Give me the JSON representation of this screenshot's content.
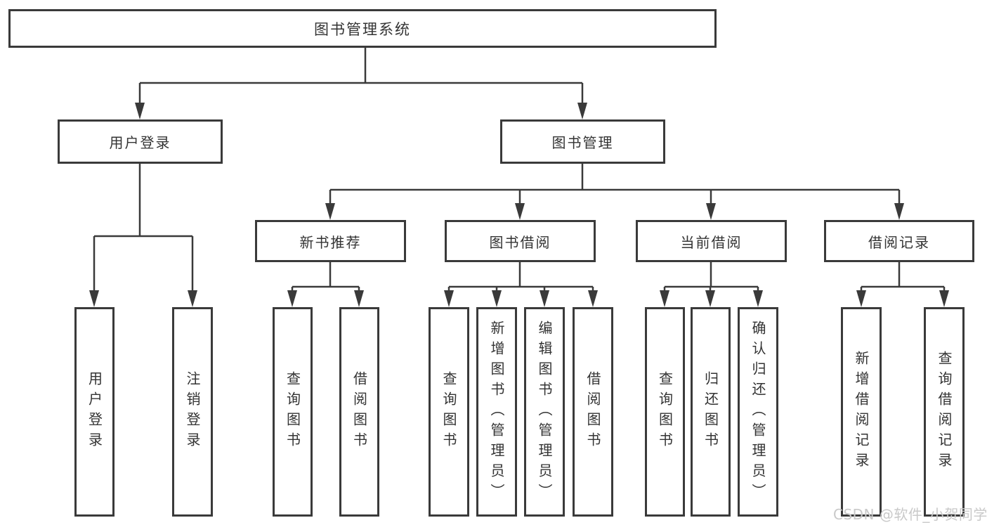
{
  "colors": {
    "line": "#3a3a3a",
    "text": "#333333",
    "watermark": "#c9c9c9",
    "canvas_bg": "#ffffff"
  },
  "watermark": {
    "text": "CSDN @软件_小贺同学"
  },
  "diagram": {
    "root": {
      "label": "图书管理系统"
    },
    "branches": {
      "user_login": {
        "label": "用户登录",
        "children": {
          "login": {
            "label": "用户登录"
          },
          "logout": {
            "label": "注销登录"
          }
        }
      },
      "book_management": {
        "label": "图书管理",
        "children": {
          "new_book_recommend": {
            "label": "新书推荐",
            "children": {
              "query_books": {
                "label": "查询图书"
              },
              "borrow_books": {
                "label": "借阅图书"
              }
            }
          },
          "book_borrowing": {
            "label": "图书借阅",
            "children": {
              "query_books": {
                "label": "查询图书"
              },
              "add_books": {
                "label": "新增图书（管理员）"
              },
              "edit_books": {
                "label": "编辑图书（管理员）"
              },
              "borrow_books": {
                "label": "借阅图书"
              }
            }
          },
          "current_borrowing": {
            "label": "当前借阅",
            "children": {
              "query_books": {
                "label": "查询图书"
              },
              "return_books": {
                "label": "归还图书"
              },
              "confirm_return": {
                "label": "确认归还（管理员）"
              }
            }
          },
          "borrowing_records": {
            "label": "借阅记录",
            "children": {
              "add_record": {
                "label": "新增借阅记录"
              },
              "query_record": {
                "label": "查询借阅记录"
              }
            }
          }
        }
      }
    }
  }
}
